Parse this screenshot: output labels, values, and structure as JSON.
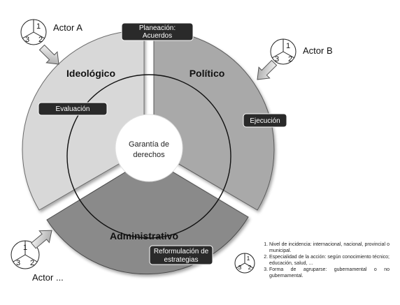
{
  "sectors": {
    "ideologico": "Ideológico",
    "politico": "Político",
    "administrativo": "Administrativo"
  },
  "center": {
    "line1": "Garantía de",
    "line2": "derechos"
  },
  "stages": {
    "planeacion": {
      "line1": "Planeación:",
      "line2": "Acuerdos"
    },
    "evaluacion": "Evaluación",
    "ejecucion": "Ejecución",
    "reformulacion": {
      "line1": "Reformulación de",
      "line2": "estrategias"
    }
  },
  "actors": {
    "a": "Actor A",
    "b": "Actor B",
    "c": "Actor ..."
  },
  "circle_numbers": {
    "n1": "1",
    "n2": "2",
    "n3": "3"
  },
  "notes": [
    "Nivel de incidencia: internacional, nacional, provincial o municipal.",
    "Especialidad de la acción: según conocimiento técnico; educación, salud, ...",
    "Forma de agruparse: gubernamental o no gubernamental."
  ],
  "colors": {
    "ideologico": "#d8d8d8",
    "politico": "#a9a9a9",
    "administrativo": "#8a8a8a",
    "box": "#2a2a2a"
  }
}
